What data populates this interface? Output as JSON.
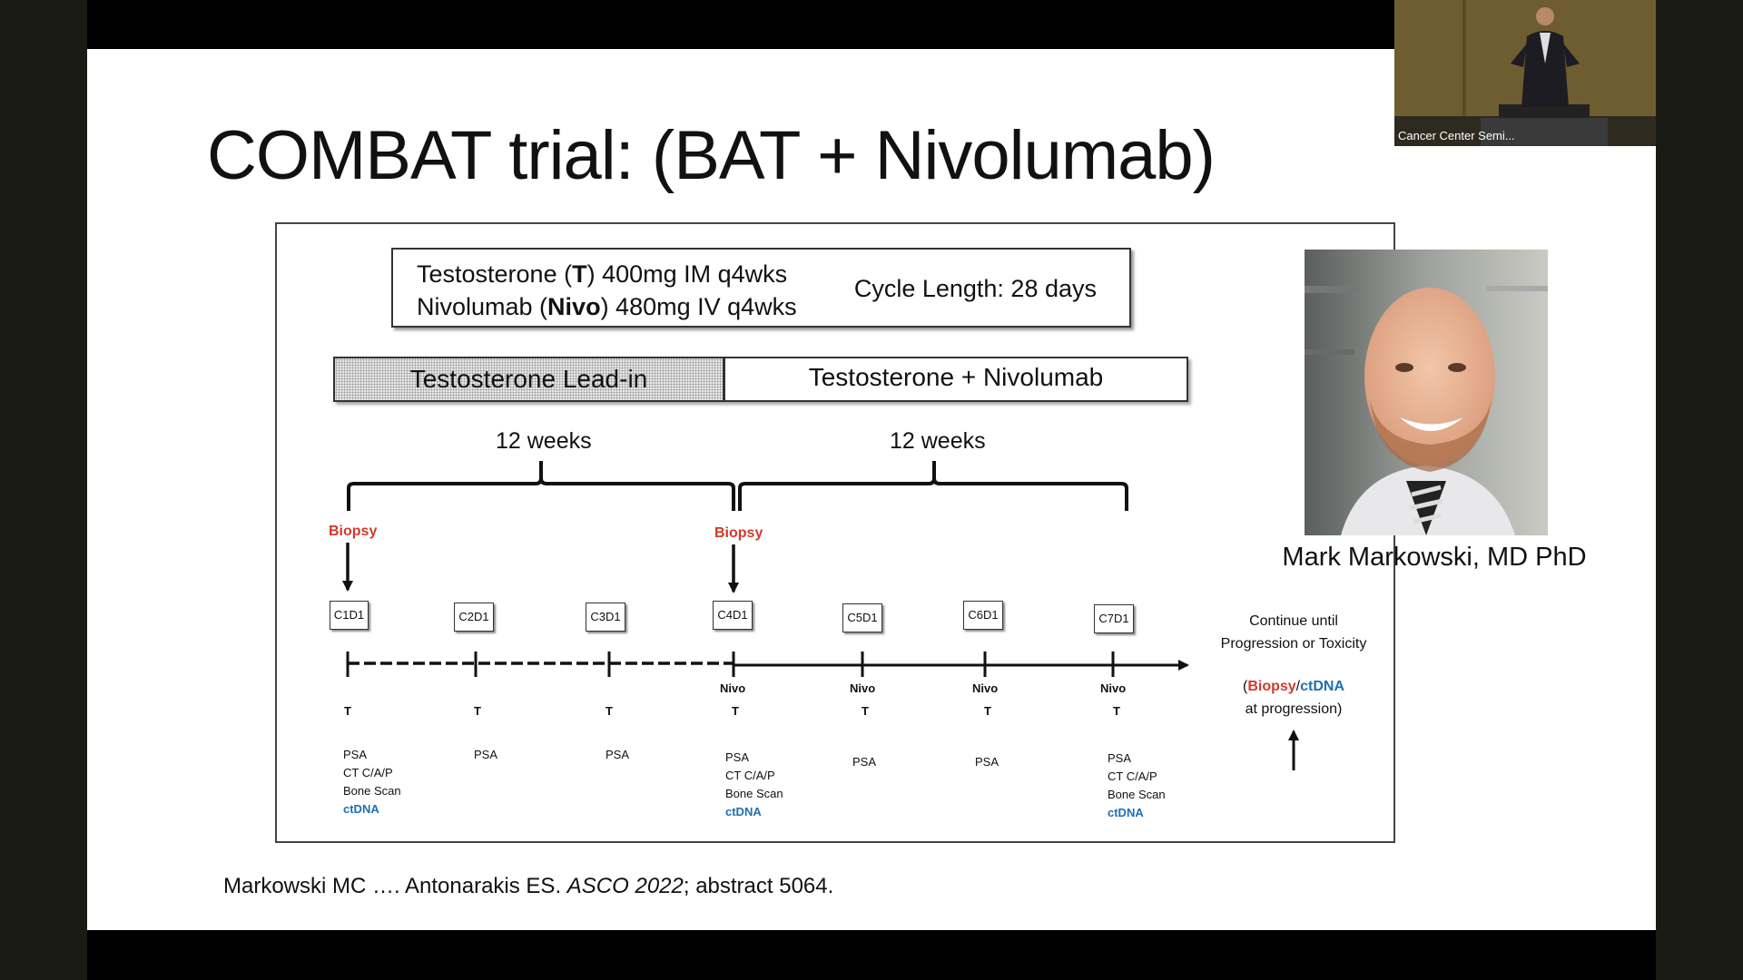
{
  "slide": {
    "title": "COMBAT trial: (BAT + Nivolumab)",
    "dosing": {
      "line1_pre": "Testosterone (",
      "line1_bold": "T",
      "line1_post": ") 400mg IM q4wks",
      "line2_pre": "Nivolumab (",
      "line2_bold": "Nivo",
      "line2_post": ") 480mg IV q4wks",
      "cycle_length": "Cycle Length: 28 days"
    },
    "phases": {
      "leadin": "Testosterone  Lead-in",
      "combo": "Testosterone + Nivolumab"
    },
    "weeks_left": "12 weeks",
    "weeks_right": "12 weeks",
    "biopsy_1": "Biopsy",
    "biopsy_2": "Biopsy",
    "cycles": [
      "C1D1",
      "C2D1",
      "C3D1",
      "C4D1",
      "C5D1",
      "C6D1",
      "C7D1"
    ],
    "t_label": "T",
    "nivo_label": "Nivo",
    "evals": {
      "psa": "PSA",
      "ct": "CT C/A/P",
      "bone": "Bone Scan",
      "ctdna": "ctDNA"
    },
    "continue_line1": "Continue until",
    "continue_line2": "Progression or Toxicity",
    "prog_open": "(",
    "prog_biopsy": "Biopsy",
    "prog_slash": "/",
    "prog_ctdna": "ctDNA",
    "prog_line2": "at progression)",
    "speaker_name": "Mark Markowski, MD PhD",
    "citation_pre": "Markowski MC …. Antonarakis ES.  ",
    "citation_italic": "ASCO 2022",
    "citation_post": "; abstract 5064."
  },
  "webcam": {
    "label": "Cancer Center Semi..."
  },
  "colors": {
    "biopsy_red": "#d03a2a",
    "ctdna_blue": "#1f6fb0"
  }
}
